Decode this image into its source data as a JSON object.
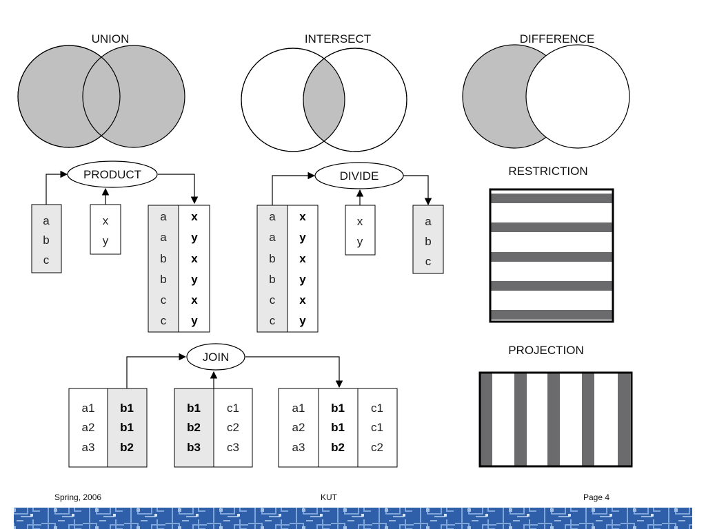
{
  "titles": {
    "union": "UNION",
    "intersect": "INTERSECT",
    "difference": "DIFFERENCE",
    "restriction": "RESTRICTION",
    "projection": "PROJECTION"
  },
  "ops": {
    "product": "PRODUCT",
    "divide": "DIVIDE",
    "join": "JOIN"
  },
  "product": {
    "left": [
      "a",
      "b",
      "c"
    ],
    "right": [
      "x",
      "y"
    ],
    "result_col1": [
      "a",
      "a",
      "b",
      "b",
      "c",
      "c"
    ],
    "result_col2": [
      "x",
      "y",
      "x",
      "y",
      "x",
      "y"
    ]
  },
  "divide": {
    "dividend_col1": [
      "a",
      "a",
      "b",
      "b",
      "c",
      "c"
    ],
    "dividend_col2": [
      "x",
      "y",
      "x",
      "y",
      "x",
      "y"
    ],
    "divisor": [
      "x",
      "y"
    ],
    "result": [
      "a",
      "b",
      "c"
    ]
  },
  "join": {
    "left_col1": [
      "a1",
      "a2",
      "a3"
    ],
    "left_col2": [
      "b1",
      "b1",
      "b2"
    ],
    "right_col1": [
      "b1",
      "b2",
      "b3"
    ],
    "right_col2": [
      "c1",
      "c2",
      "c3"
    ],
    "result_col1": [
      "a1",
      "a2",
      "a3"
    ],
    "result_col2": [
      "b1",
      "b1",
      "b2"
    ],
    "result_col3": [
      "c1",
      "c1",
      "c2"
    ]
  },
  "footer": {
    "left": "Spring, 2006",
    "center": "KUT",
    "right": "Page 4"
  },
  "colors": {
    "venn_fill": "#c0c0c0",
    "column_shade": "#e8e8e8",
    "stripe": "#6b6b6d",
    "banner": "#2f5fa8"
  }
}
